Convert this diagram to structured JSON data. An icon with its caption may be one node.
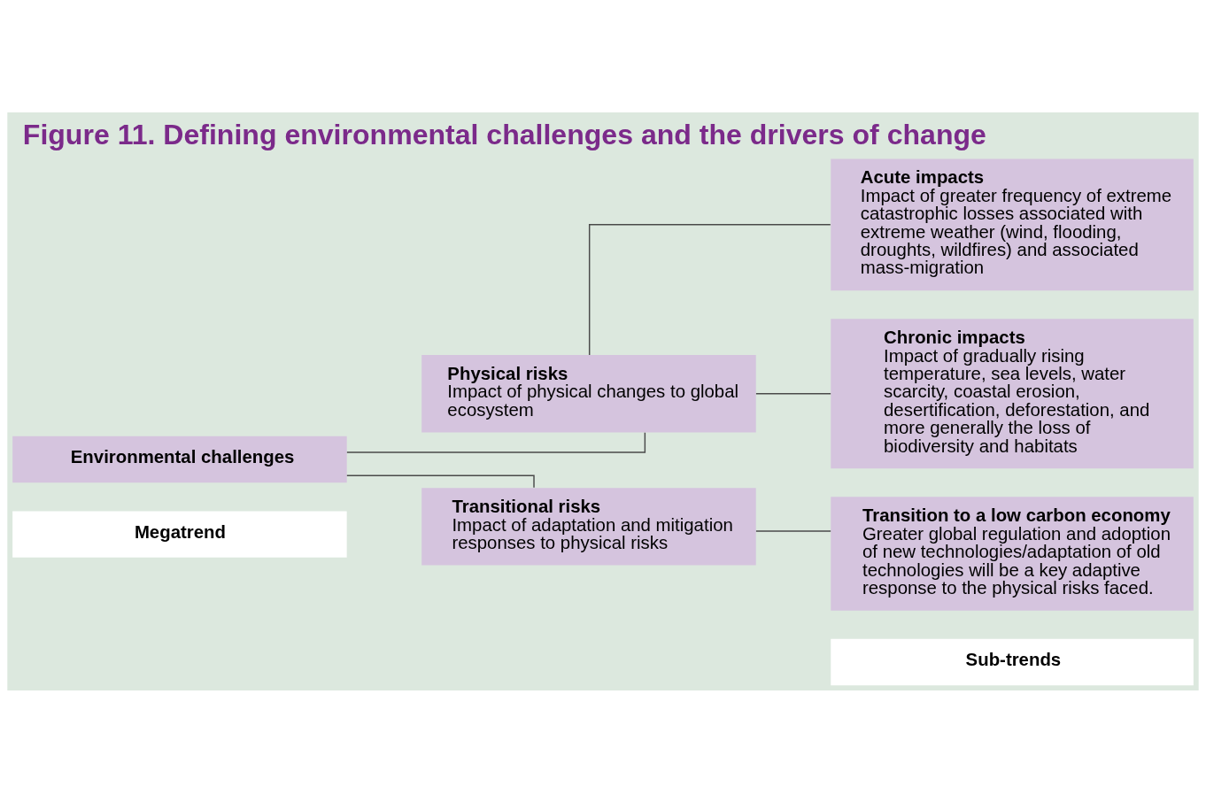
{
  "diagram": {
    "title": "Figure 11. Defining environmental challenges and the drivers of change",
    "nodes": [
      {
        "text": [
          "Megatrend"
        ]
      },
      {
        "text": [
          "Sub-trends"
        ]
      },
      {
        "text": [
          "Environmental challenges"
        ]
      },
      {
        "text": [
          "Physical risks",
          "Impact of physical changes to global ecosystem"
        ]
      },
      {
        "text": [
          "Transitional risks",
          "Impact of adaptation and mitigation responses to physical risks"
        ]
      },
      {
        "text": [
          "Acute impacts",
          "Impact of greater frequency of extreme catastrophic losses associated with extreme weather (wind, flooding, droughts, wildfires) and associated mass-migration"
        ]
      },
      {
        "text": [
          "Chronic impacts",
          "Impact of gradually rising temperature, sea levels, water scarcity, coastal erosion, desertification, deforestation, and more generally the loss of biodiversity and habitats"
        ]
      },
      {
        "text": [
          "Transition to a low carbon economy",
          "Greater global regulation and adoption of new technologies/adaptation of old technologies will be a key adaptive response to the physical risks faced."
        ]
      }
    ],
    "edges": [
      {
        "from": 2,
        "to": 3,
        "arrow": "none"
      },
      {
        "from": 2,
        "to": 4,
        "arrow": "none"
      },
      {
        "from": 3,
        "to": 5,
        "arrow": "none"
      },
      {
        "from": 3,
        "to": 6,
        "arrow": "none"
      },
      {
        "from": 4,
        "to": 7,
        "arrow": "none"
      }
    ]
  }
}
